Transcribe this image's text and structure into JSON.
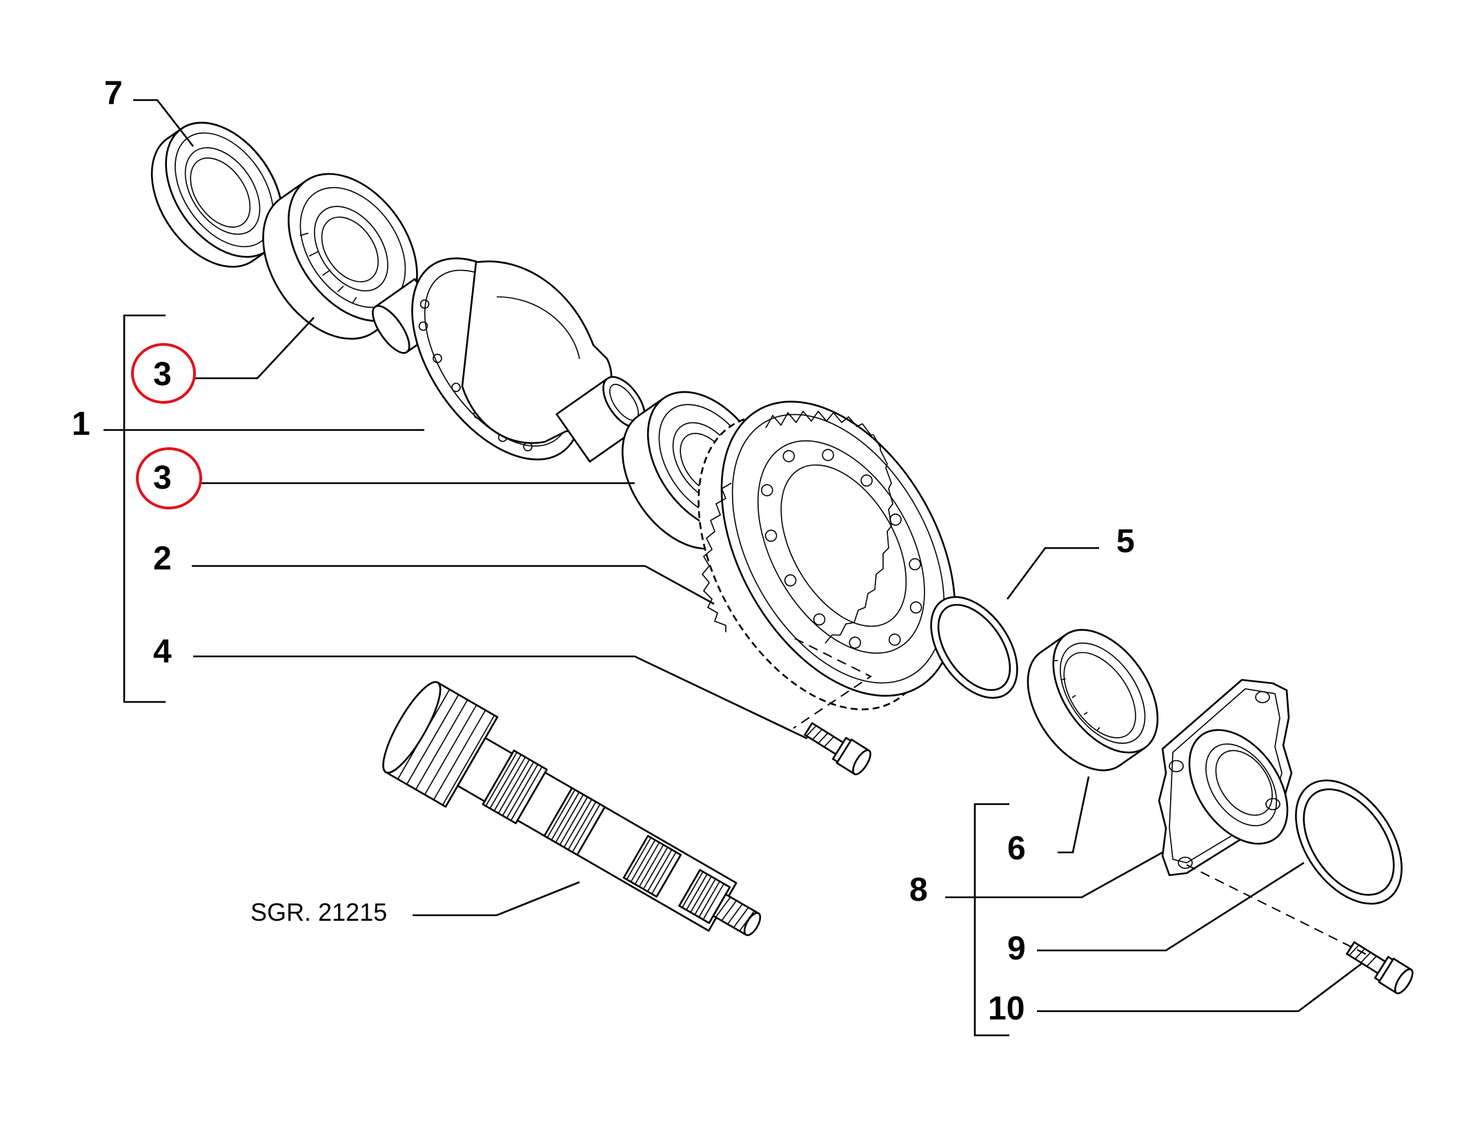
{
  "diagram": {
    "callouts": {
      "c1": "1",
      "c2": "2",
      "c3a": "3",
      "c3b": "3",
      "c4": "4",
      "c5": "5",
      "c6": "6",
      "c7": "7",
      "c8": "8",
      "c9": "9",
      "c10": "10"
    },
    "reference": "SGR. 21215",
    "highlight_color": "#e0121c",
    "line_color": "#000000"
  }
}
